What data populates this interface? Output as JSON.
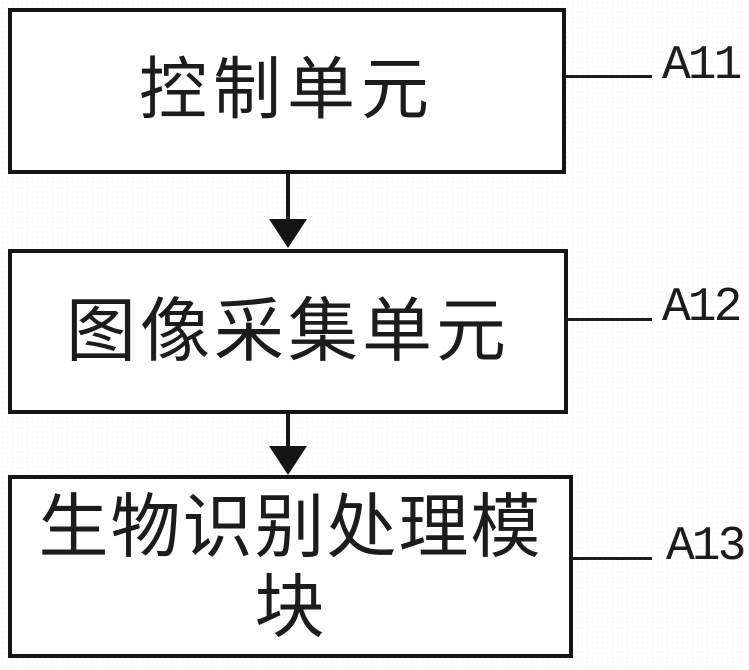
{
  "diagram": {
    "type": "block-diagram",
    "background_color": "#ffffff",
    "line_color": "#151515",
    "text_color": "#1c1c1c",
    "nodes": [
      {
        "label": "控制单元",
        "ref": "A11"
      },
      {
        "label": "图像采集单元",
        "ref": "A12"
      },
      {
        "label": "生物识别处理模块",
        "ref": "A13"
      }
    ],
    "connections": [
      {
        "from": "A11",
        "to": "A12",
        "type": "arrow-down"
      },
      {
        "from": "A12",
        "to": "A13",
        "type": "arrow-down"
      }
    ]
  }
}
